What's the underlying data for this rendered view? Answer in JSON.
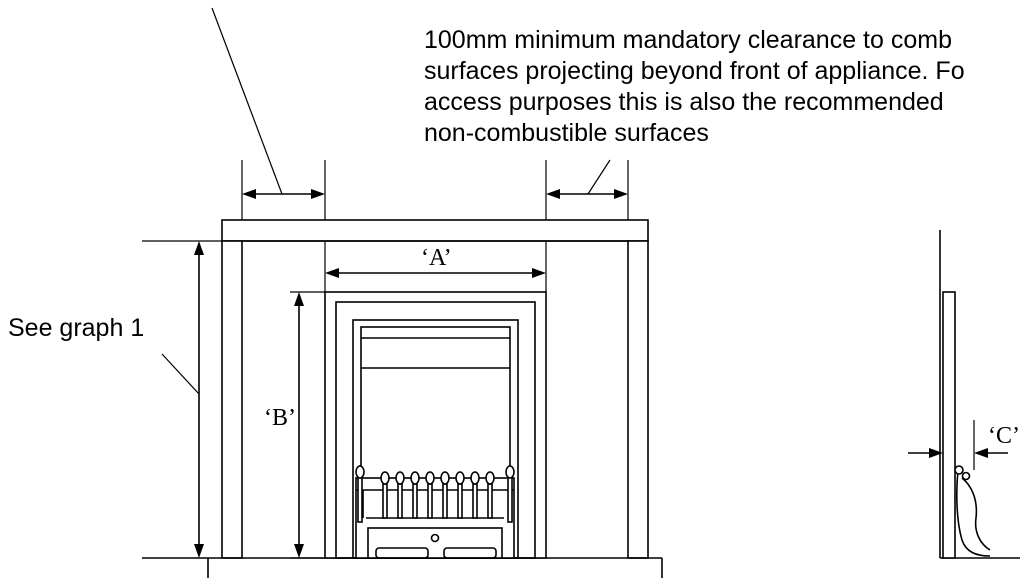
{
  "notes": {
    "clearance_lines": [
      "100mm minimum mandatory clearance to comb",
      "surfaces projecting beyond front of appliance. Fo",
      "access purposes this is also the recommended",
      "non-combustible surfaces"
    ],
    "see_graph": "See graph 1"
  },
  "dimension_labels": {
    "a": "‘A’",
    "b": "‘B’",
    "c": "‘C’"
  }
}
